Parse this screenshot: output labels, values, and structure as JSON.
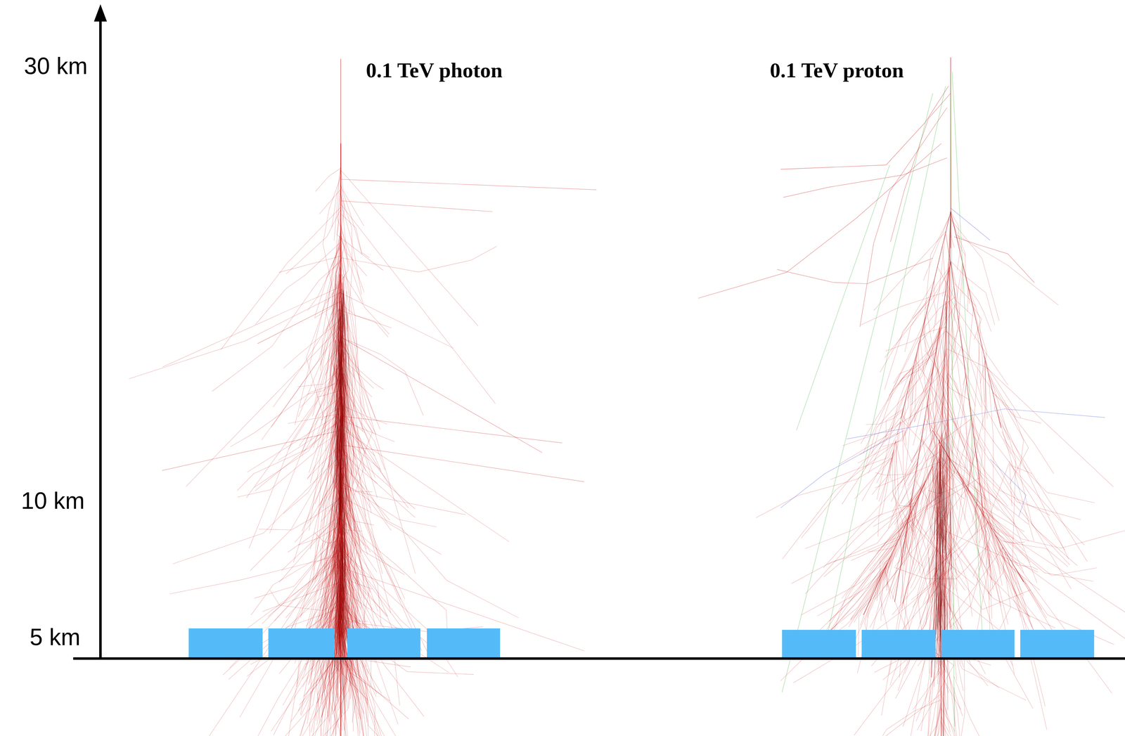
{
  "diagram": {
    "labels": [
      "30 km",
      "10 km",
      "5 km",
      "0.1 TeV photon",
      "0.1 TeV proton"
    ]
  }
}
